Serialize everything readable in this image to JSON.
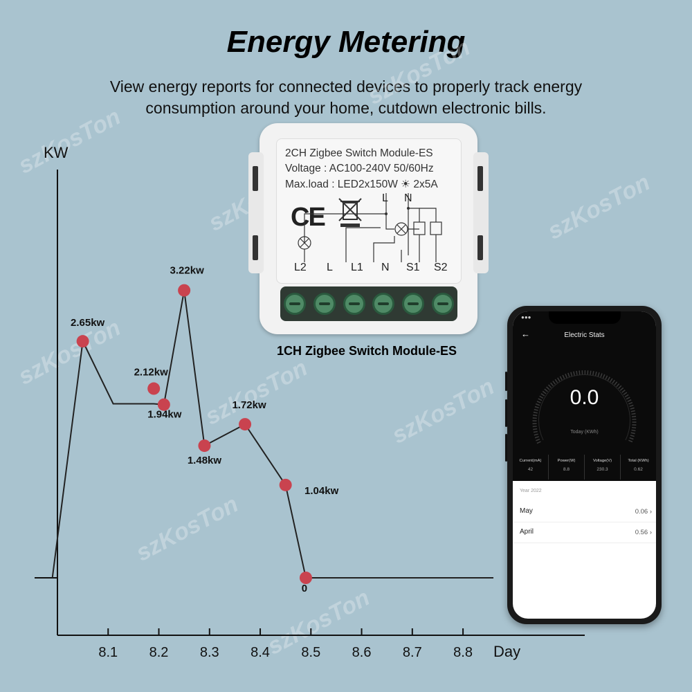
{
  "title": "Energy Metering",
  "subtitle": "View energy reports for connected devices to properly track energy consumption around your home, cutdown electronic bills.",
  "watermark": "szKosTon",
  "colors": {
    "background": "#a9c3cf",
    "point": "#c9434f",
    "line": "#222222"
  },
  "module": {
    "line1": "2CH Zigbee Switch Module-ES",
    "line2": "Voltage : AC100-240V 50/60Hz",
    "line3": "Max.load : LED2x150W ☀ 2x5A",
    "ce_mark": "CE",
    "top_terminals": [
      "L",
      "N"
    ],
    "terminals": [
      "L2",
      "L",
      "L1",
      "N",
      "S1",
      "S2"
    ],
    "caption": "1CH Zigbee Switch Module-ES"
  },
  "phone": {
    "screen_title": "Electric Stats",
    "gauge_value": "0.0",
    "gauge_label": "Today (KWh)",
    "stats": [
      {
        "label": "Current(mA)",
        "value": "42"
      },
      {
        "label": "Power(W)",
        "value": "8.8"
      },
      {
        "label": "Voltage(V)",
        "value": "230.3"
      },
      {
        "label": "Total (KWh)",
        "value": "0.62"
      }
    ],
    "year": "Year 2022",
    "months": [
      {
        "name": "May",
        "value": "0.06"
      },
      {
        "name": "April",
        "value": "0.56"
      }
    ]
  },
  "chart_data": {
    "type": "line",
    "ylabel": "KW",
    "xlabel": "Day",
    "x_ticks": [
      "8.1",
      "8.2",
      "8.3",
      "8.4",
      "8.5",
      "8.6",
      "8.7",
      "8.8"
    ],
    "path_x": [
      7.99,
      8.05,
      8.11,
      8.19,
      8.21,
      8.25,
      8.29,
      8.37,
      8.45,
      8.49,
      8.86
    ],
    "path_y": [
      0,
      2.65,
      1.95,
      1.95,
      1.94,
      3.22,
      1.48,
      1.72,
      1.04,
      0,
      0
    ],
    "points": [
      {
        "x": 8.05,
        "y": 2.65,
        "label": "2.65kw"
      },
      {
        "x": 8.19,
        "y": 2.12,
        "label": "2.12kw"
      },
      {
        "x": 8.21,
        "y": 1.94,
        "label": "1.94kw"
      },
      {
        "x": 8.25,
        "y": 3.22,
        "label": "3.22kw"
      },
      {
        "x": 8.29,
        "y": 1.48,
        "label": "1.48kw"
      },
      {
        "x": 8.37,
        "y": 1.72,
        "label": "1.72kw"
      },
      {
        "x": 8.45,
        "y": 1.04,
        "label": "1.04kw"
      },
      {
        "x": 8.49,
        "y": 0,
        "label": "0"
      }
    ]
  }
}
